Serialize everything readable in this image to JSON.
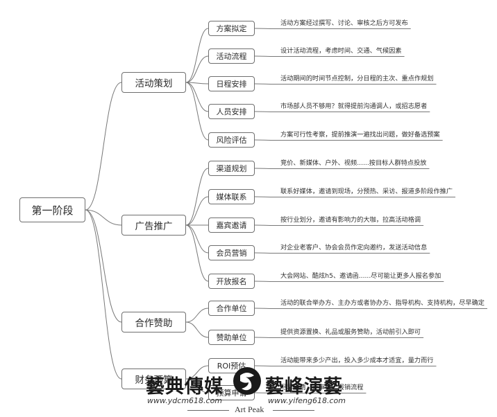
{
  "root": {
    "label": "第一阶段"
  },
  "branches": [
    {
      "label": "活动策划",
      "items": [
        {
          "label": "方案拟定",
          "desc": "活动方案经过撰写、讨论、审核之后方可发布"
        },
        {
          "label": "活动流程",
          "desc": "设计活动流程，考虑时间、交通、气候因素"
        },
        {
          "label": "日程安排",
          "desc": "活动期间的时间节点控制，分日程的主次、重点作规划"
        },
        {
          "label": "人员安排",
          "desc": "市场部人员不够用？就得提前沟通调人，或招志愿者"
        },
        {
          "label": "风险评估",
          "desc": "方案可行性考察，提前推演一遍找出问题，做好备选预案"
        }
      ]
    },
    {
      "label": "广告推广",
      "items": [
        {
          "label": "渠道规划",
          "desc": "竞价、新媒体、户外、视频......按目标人群特点投放"
        },
        {
          "label": "媒体联系",
          "desc": "联系好媒体，邀请到现场，分预热、采访、报道多阶段作推广"
        },
        {
          "label": "嘉宾邀请",
          "desc": "按行业划分，邀请有影响力的大咖，拉高活动格调"
        },
        {
          "label": "会员营销",
          "desc": "对企业老客户、协会会员作定向邀约，发送活动信息"
        },
        {
          "label": "开放报名",
          "desc": "大会网站、酷炫h5、邀请函......尽可能让更多人报名参加"
        }
      ]
    },
    {
      "label": "合作赞助",
      "items": [
        {
          "label": "合作单位",
          "desc": "活动的联合举办方、主办方或者协办方、指导机构、支持机构，尽早确定"
        },
        {
          "label": "赞助单位",
          "desc": "提供资源置换、礼品或服务赞助，活动前引入即可"
        }
      ]
    },
    {
      "label": "财务预算",
      "items": [
        {
          "label": "ROI预估",
          "desc": "活动能带来多少产出，投入多少成本才适宜，量力而行"
        },
        {
          "label": "预算申请",
          "desc": "尽早申请，走审批、报销流程"
        }
      ]
    }
  ],
  "watermark": {
    "left_text": "藝典傳媒",
    "left_url": "www.ydcm618.com",
    "right_text": "藝峰演藝",
    "right_url": "www.yifeng618.com",
    "english": "Art Peak"
  }
}
